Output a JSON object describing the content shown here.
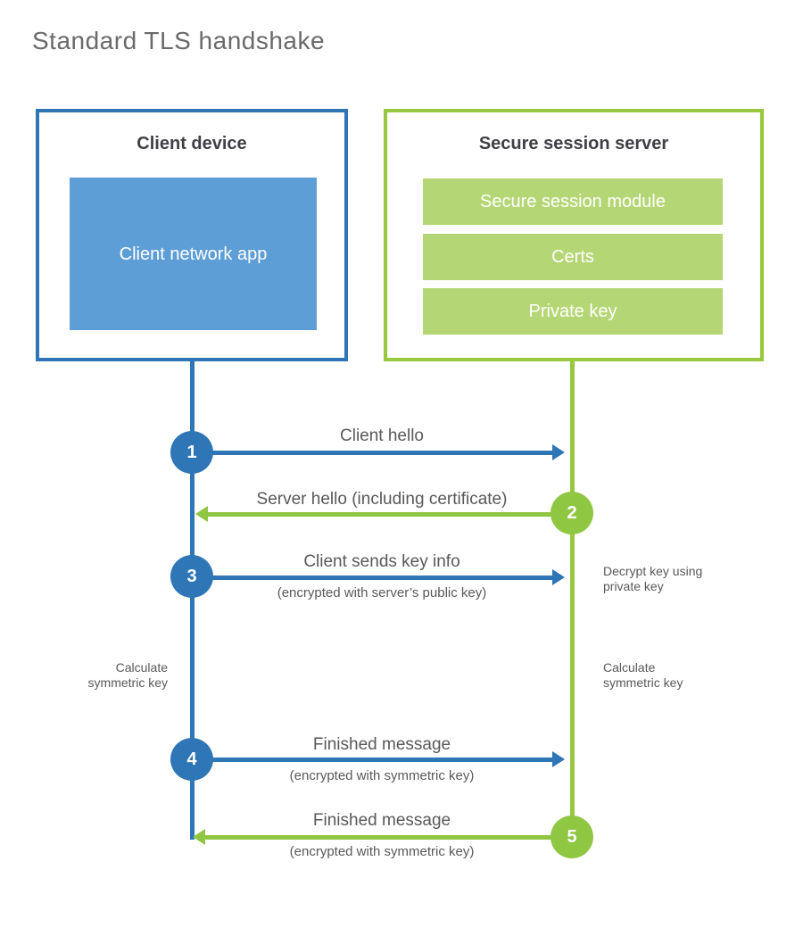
{
  "title": "Standard TLS handshake",
  "colors": {
    "client_accent": "#2e76b6",
    "client_fill": "#5e9ed6",
    "server_accent": "#97c83e",
    "server_circle": "#8fc642",
    "server_fill": "#b5d674",
    "text_dark": "#3f4045",
    "text_label": "#58595b",
    "title_gray": "#6a6a6a"
  },
  "client_box": {
    "title": "Client device",
    "app_label": "Client network app"
  },
  "server_box": {
    "title": "Secure session server",
    "modules": [
      "Secure session module",
      "Certs",
      "Private key"
    ]
  },
  "messages": [
    {
      "step": "1",
      "label": "Client hello",
      "sub": "",
      "direction": "right",
      "from": "client",
      "to": "server"
    },
    {
      "step": "2",
      "label": "Server hello (including certificate)",
      "sub": "",
      "direction": "left",
      "from": "server",
      "to": "client"
    },
    {
      "step": "3",
      "label": "Client sends key info",
      "sub": "(encrypted with server’s public key)",
      "direction": "right",
      "from": "client",
      "to": "server"
    },
    {
      "step": "4",
      "label": "Finished message",
      "sub": "(encrypted with symmetric key)",
      "direction": "right",
      "from": "client",
      "to": "server"
    },
    {
      "step": "5",
      "label": "Finished message",
      "sub": "(encrypted with symmetric key)",
      "direction": "left",
      "from": "server",
      "to": "client"
    }
  ],
  "annotations": {
    "decrypt": "Decrypt key using private key",
    "calc_left": "Calculate symmetric key",
    "calc_right": "Calculate symmetric key"
  }
}
